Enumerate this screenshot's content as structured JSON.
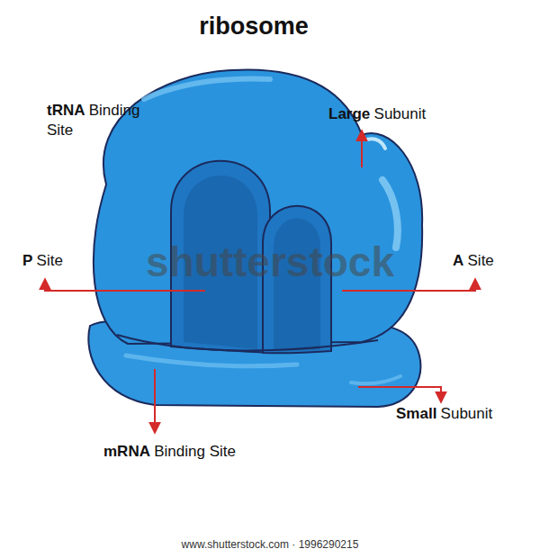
{
  "diagram": {
    "title": "ribosome",
    "labels": [
      "tRNA",
      "Binding Site",
      "Large",
      "Subunit",
      "P",
      "Site",
      "A",
      "Site",
      "mRNA",
      "Binding Site",
      "Small",
      "Subunit",
      "shutterstock",
      "www.shutterstock.com · 1996290215"
    ]
  }
}
